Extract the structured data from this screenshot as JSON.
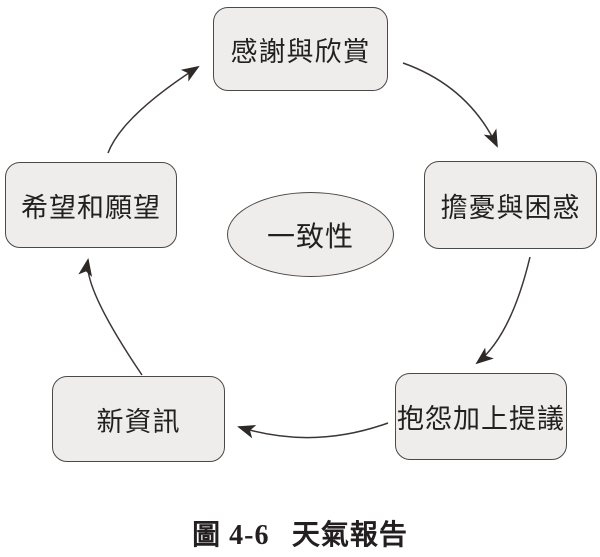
{
  "figure": {
    "type": "cycle-diagram",
    "flow_direction": "clockwise",
    "center_label": "一致性",
    "nodes": [
      {
        "id": "gratitude",
        "label": "感謝與欣賞",
        "position": "top"
      },
      {
        "id": "worry",
        "label": "擔憂與困惑",
        "position": "right"
      },
      {
        "id": "complaint",
        "label": "抱怨加上提議",
        "position": "bottom-right"
      },
      {
        "id": "new-info",
        "label": "新資訊",
        "position": "bottom-left"
      },
      {
        "id": "hope",
        "label": "希望和願望",
        "position": "left"
      }
    ],
    "edges": [
      {
        "from": "感謝與欣賞",
        "to": "擔憂與困惑"
      },
      {
        "from": "擔憂與困惑",
        "to": "抱怨加上提議"
      },
      {
        "from": "抱怨加上提議",
        "to": "新資訊"
      },
      {
        "from": "新資訊",
        "to": "希望和願望"
      },
      {
        "from": "希望和願望",
        "to": "感謝與欣賞"
      }
    ],
    "caption": {
      "figure_number": "圖 4-6",
      "title": "天氣報告"
    },
    "colors": {
      "node_fill": "#eeedeb",
      "node_border": "#4d4846",
      "arrow": "#3b3533",
      "text": "#231f20",
      "background": "#ffffff"
    }
  }
}
